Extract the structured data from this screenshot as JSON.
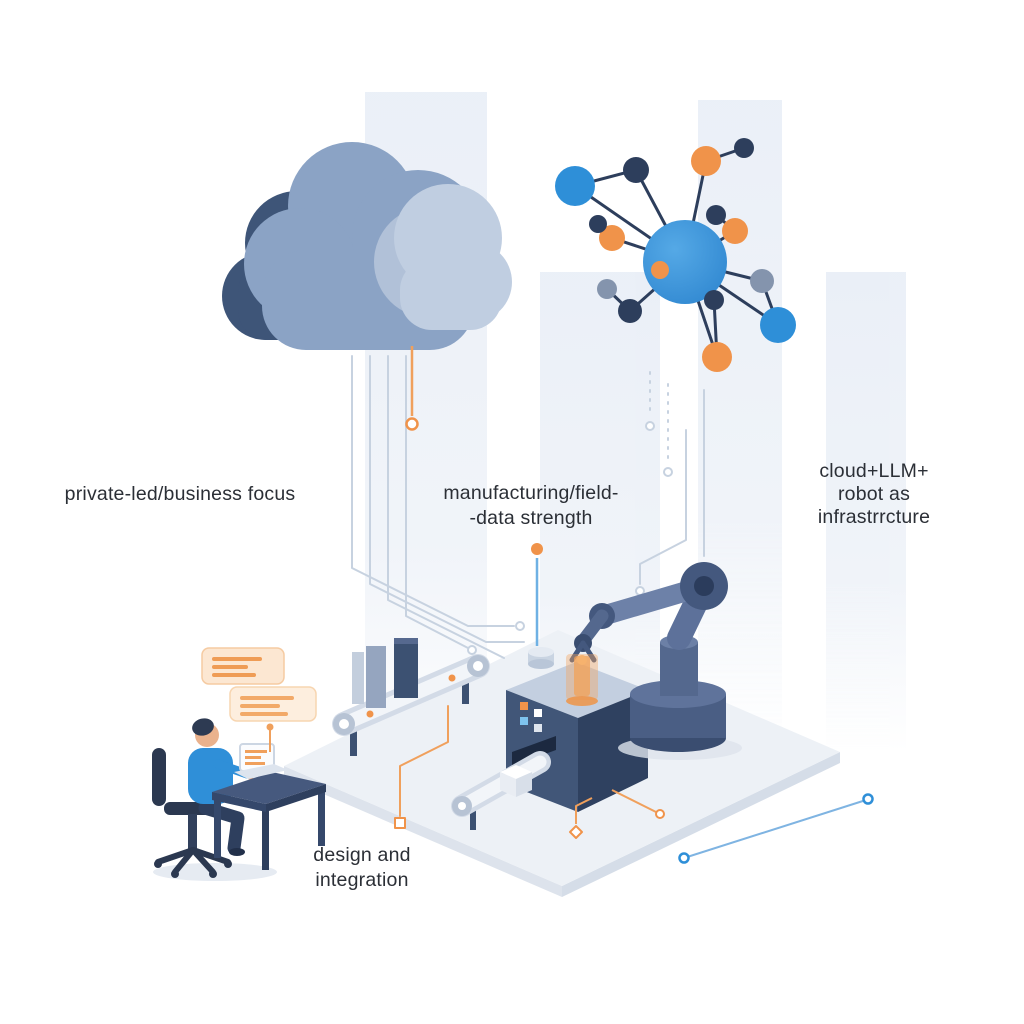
{
  "diagram": {
    "title": "ai-robotics-infrastructure-illustration",
    "labels": {
      "business": "private-led/business focus",
      "manufacturing_l1": "manufacturing/field-",
      "manufacturing_l2": "-data strength",
      "infra_l1": "cloud+LLM+",
      "infra_l2": "robot as",
      "infra_l3": "infrastrrcture",
      "design_l1": "design and",
      "design_l2": "integration"
    },
    "icons": [
      "cloud-icon",
      "network-graph-icon",
      "robot-arm-icon",
      "conveyor-belt-icon",
      "machine-icon",
      "person-at-desk-icon",
      "chat-bubbles-icon",
      "laptop-icon"
    ],
    "colors": {
      "accent_orange": "#f0934a",
      "accent_blue": "#2e8fd8",
      "navy": "#2e4160",
      "slate": "#54688e",
      "cloud_dark": "#3e5578",
      "cloud_mid": "#8ba3c5",
      "cloud_light": "#c0cee1",
      "line_gray": "#c7d2e0",
      "band": "#e9eef6",
      "platform": "#edf1f6",
      "text": "#2b2f36"
    }
  }
}
